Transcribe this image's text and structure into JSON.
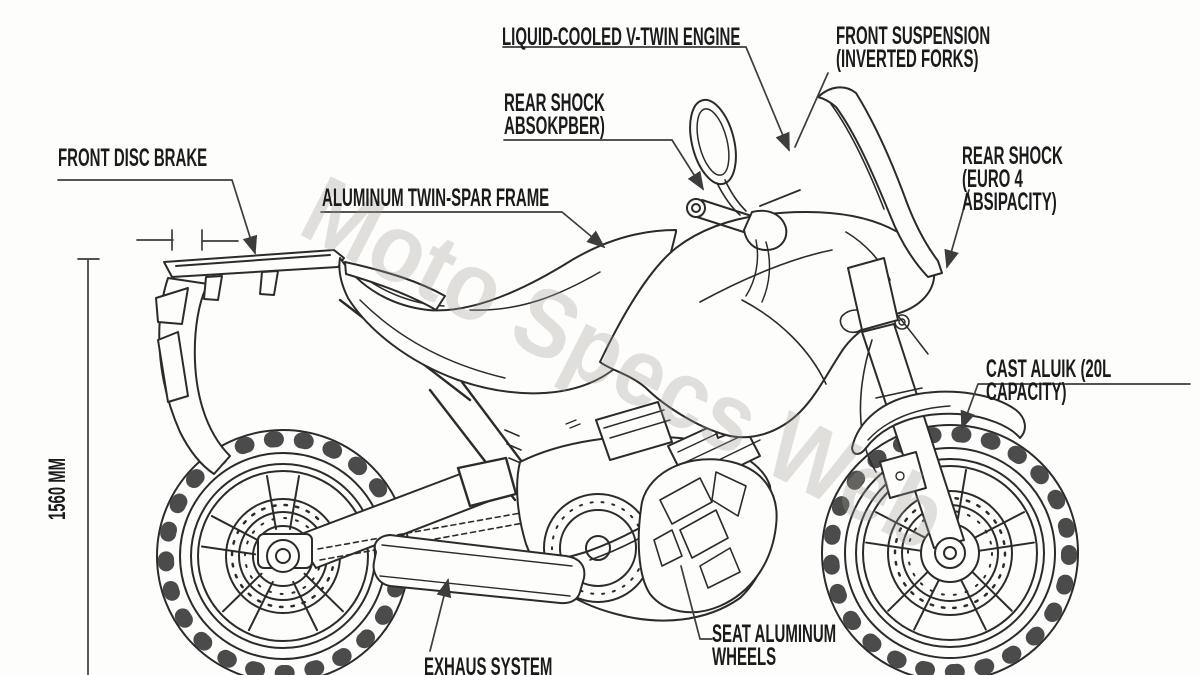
{
  "page": {
    "watermark": "Moto Specs Web",
    "dimension_label": "1560 MM",
    "callouts": {
      "engine": "LIQUID-COOLED V-TWIN ENGINE",
      "front_suspension": "FRONT SUSPENSION\n(INVERTED FORKS)",
      "rear_shock_absorber": "REAR SHOCK\nABSOKPBER)",
      "front_disc_brake": "FRONT DISC BRAKE",
      "frame": "ALUMINUM TWIN-SPAR FRAME",
      "rear_shock_euro": "REAR SHOCK\n(EURO 4 ABSIPACITY)",
      "cast_wheels": "CAST ALUIK (20L CAPACITY)",
      "seat_wheels": "SEAT ALUMINUM\nWHEELS",
      "exhaust": "EXHAUS SYSTEM"
    },
    "colors": {
      "line": "#2b2b2b",
      "leader": "#3d3d3d",
      "label_text": "#1b1b1b",
      "watermark": "#a39a92",
      "background": "#fdfdfc"
    }
  }
}
